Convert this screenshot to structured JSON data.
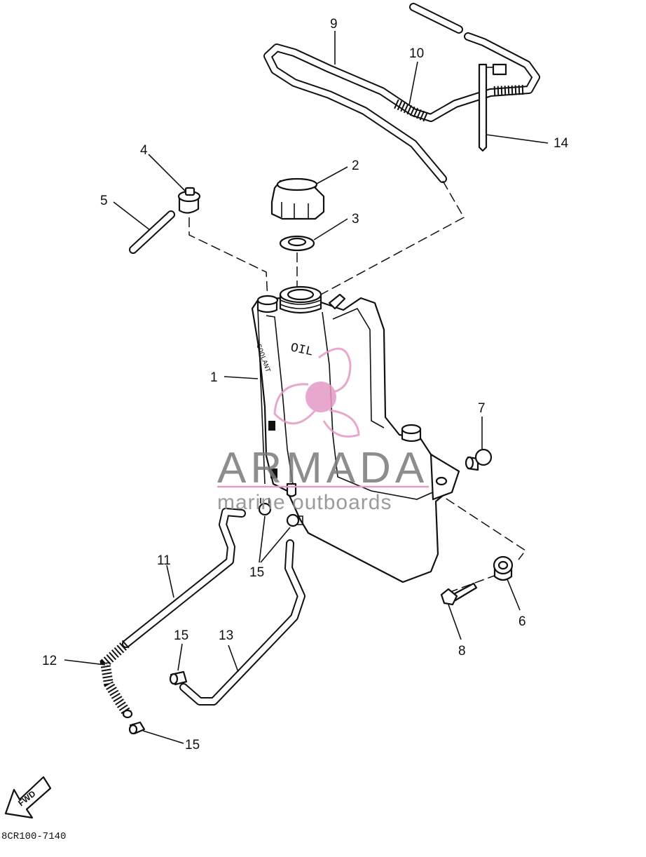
{
  "callouts": {
    "c1": "1",
    "c2": "2",
    "c3": "3",
    "c4": "4",
    "c5": "5",
    "c6": "6",
    "c7": "7",
    "c8": "8",
    "c9": "9",
    "c10": "10",
    "c11": "11",
    "c12": "12",
    "c13": "13",
    "c14": "14",
    "c15a": "15",
    "c15b": "15",
    "c15c": "15"
  },
  "tank_labels": {
    "oil": "OIL",
    "coolant": "COOLANT"
  },
  "fwd_label": "FWD",
  "watermark": {
    "brand": "ARMADA",
    "tagline": "marine outboards",
    "accent_color": "#e59ac6"
  },
  "diagram_code": "8CR100-7140"
}
